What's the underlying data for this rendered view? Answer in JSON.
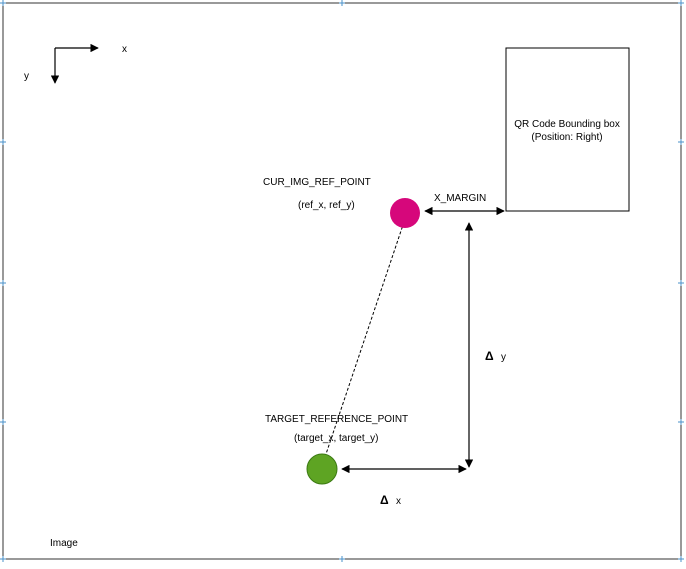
{
  "axes": {
    "x_label": "x",
    "y_label": "y"
  },
  "qr_box": {
    "line1": "QR Code Bounding box",
    "line2": "(Position: Right)"
  },
  "current_point": {
    "name": "CUR_IMG_REF_POINT",
    "coords": "(ref_x, ref_y)",
    "color": "#d6077b"
  },
  "target_point": {
    "name": "TARGET_REFERENCE_POINT",
    "coords": "(target_x, target_y)",
    "color": "#5ea423"
  },
  "x_margin_label": "X_MARGIN",
  "delta_y": {
    "symbol": "Δ",
    "axis": "y"
  },
  "delta_x": {
    "symbol": "Δ",
    "axis": "x"
  },
  "image_label": "Image",
  "colors": {
    "frame": "#333333",
    "handle": "#4a90c8",
    "line": "#000000"
  }
}
